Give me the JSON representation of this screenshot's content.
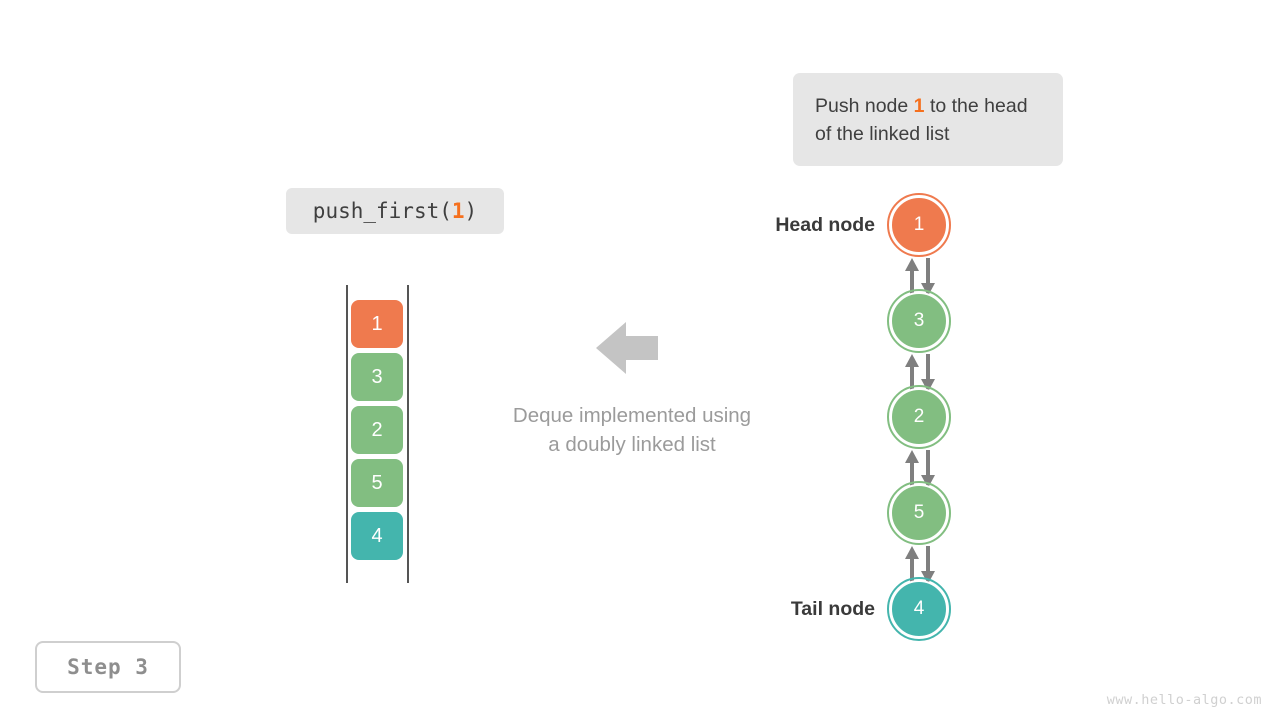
{
  "callout": {
    "prefix": "Push node ",
    "highlight": "1",
    "suffix": " to the head of the linked list",
    "bg_color": "#e6e6e6",
    "highlight_color": "#f5701e"
  },
  "code_pill": {
    "prefix": "push_first(",
    "arg": "1",
    "suffix": ")",
    "bg_color": "#e6e6e6"
  },
  "stack": {
    "cells": [
      {
        "value": "1",
        "color": "#ef7a4e"
      },
      {
        "value": "3",
        "color": "#82be81"
      },
      {
        "value": "2",
        "color": "#82be81"
      },
      {
        "value": "5",
        "color": "#82be81"
      },
      {
        "value": "4",
        "color": "#44b5ad"
      }
    ]
  },
  "arrow": {
    "name": "left-arrow",
    "color": "#c4c4c4",
    "direction": "left"
  },
  "caption": {
    "line1": "Deque implemented using",
    "line2": "a doubly linked list",
    "color": "#9b9b9b"
  },
  "linked_list": {
    "head_label": "Head node",
    "tail_label": "Tail node",
    "link_color": "#7f7f7f",
    "nodes": [
      {
        "value": "1",
        "color": "#ef7a4e"
      },
      {
        "value": "3",
        "color": "#82be81"
      },
      {
        "value": "2",
        "color": "#82be81"
      },
      {
        "value": "5",
        "color": "#82be81"
      },
      {
        "value": "4",
        "color": "#44b5ad"
      }
    ]
  },
  "step_badge": {
    "label": "Step 3"
  },
  "watermark": {
    "text": "www.hello-algo.com"
  }
}
